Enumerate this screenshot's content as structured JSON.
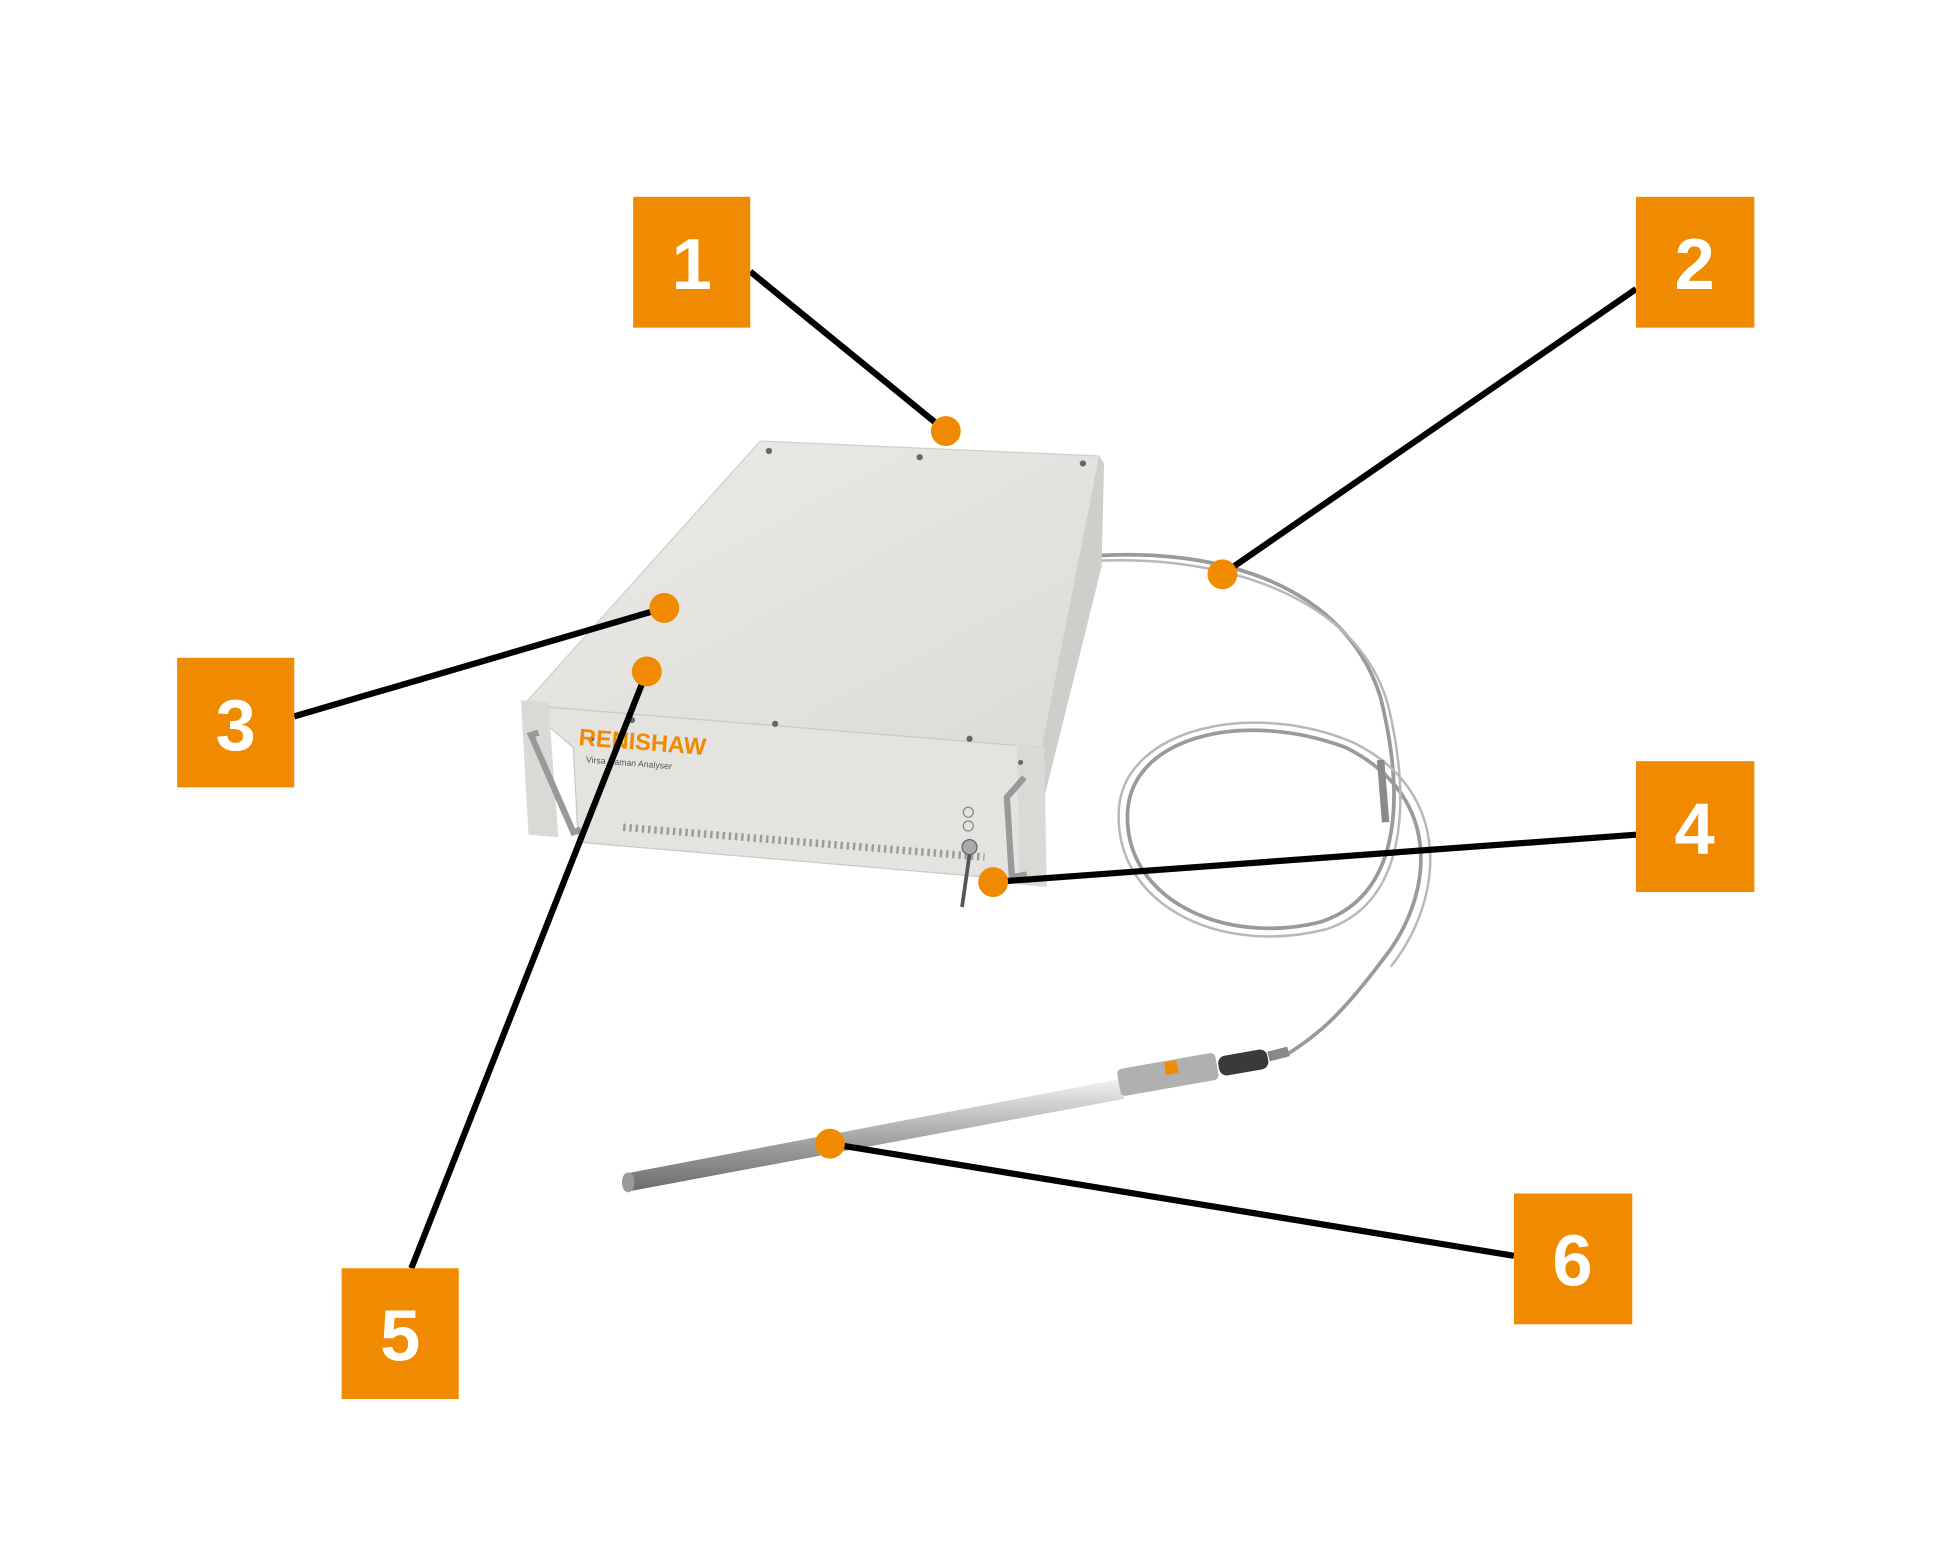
{
  "colors": {
    "accent": "#f08a00",
    "line": "#000000",
    "device": "#e6e5e1"
  },
  "device": {
    "brand": "RENISHAW",
    "product": "Virsa Raman Analyser"
  },
  "callouts": [
    {
      "number": "1",
      "target": "top"
    },
    {
      "number": "2",
      "target": "fibre-cable"
    },
    {
      "number": "3",
      "target": "enclosure"
    },
    {
      "number": "4",
      "target": "key-switch"
    },
    {
      "number": "5",
      "target": "front-panel"
    },
    {
      "number": "6",
      "target": "probe"
    }
  ]
}
